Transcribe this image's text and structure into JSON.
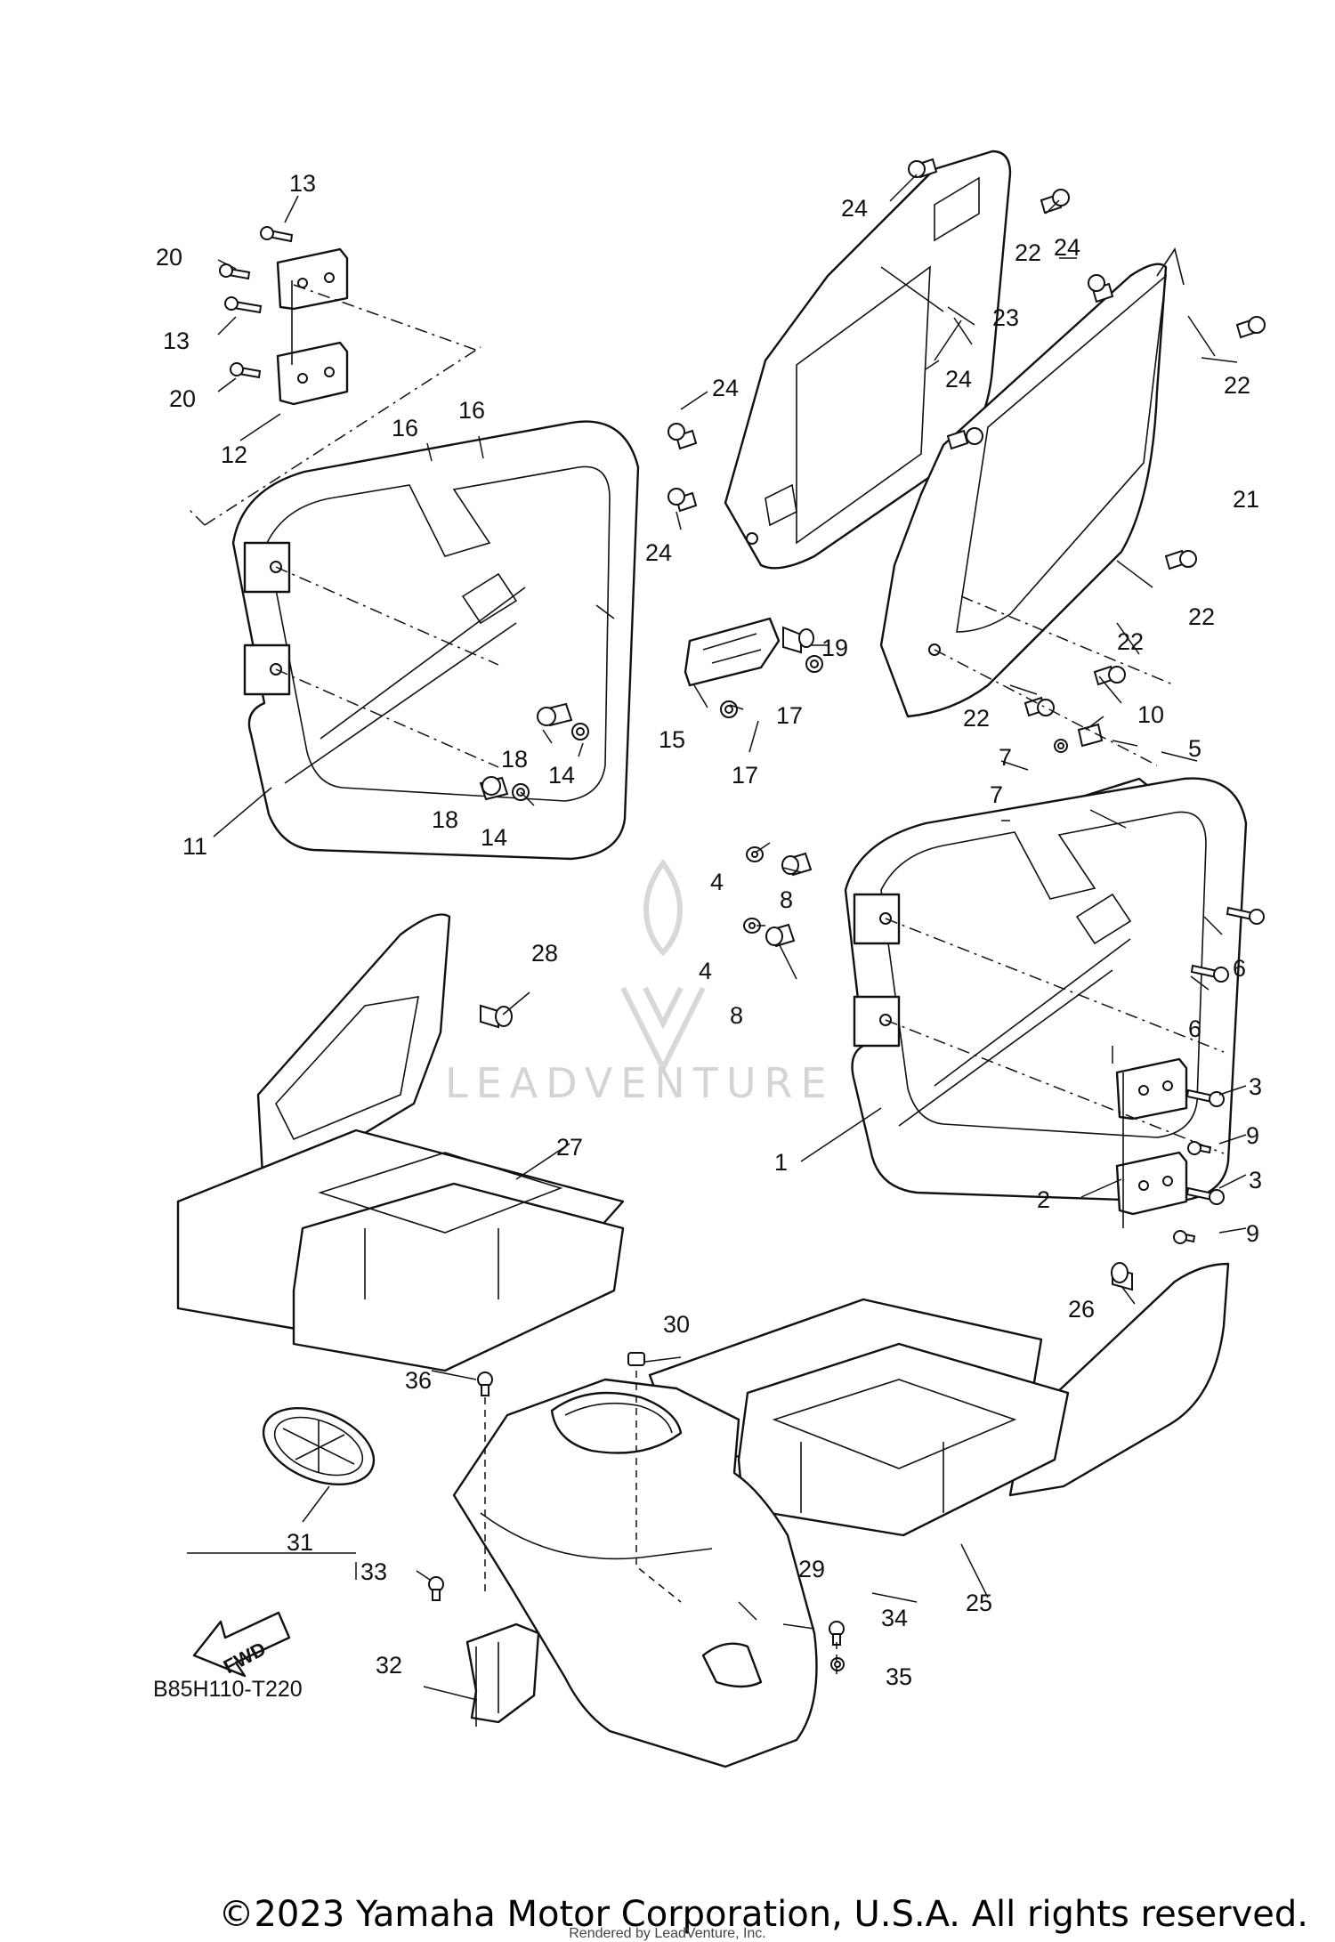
{
  "diagram": {
    "reference_code": "B85H110-T220",
    "direction_label": "FWD",
    "watermark": "LEADVENTURE",
    "callouts": [
      "1",
      "2",
      "3",
      "3",
      "4",
      "4",
      "5",
      "6",
      "6",
      "7",
      "7",
      "8",
      "8",
      "9",
      "9",
      "10",
      "11",
      "12",
      "13",
      "13",
      "14",
      "14",
      "15",
      "16",
      "16",
      "17",
      "17",
      "18",
      "18",
      "19",
      "20",
      "20",
      "21",
      "22",
      "22",
      "22",
      "22",
      "22",
      "23",
      "24",
      "24",
      "24",
      "24",
      "24",
      "25",
      "26",
      "27",
      "28",
      "29",
      "30",
      "31",
      "32",
      "33",
      "34",
      "35",
      "36"
    ]
  },
  "footer": {
    "copyright": "©2023 Yamaha Motor Corporation, U.S.A. All rights reserved.",
    "rendered_by": "Rendered by LeadVenture, Inc."
  }
}
